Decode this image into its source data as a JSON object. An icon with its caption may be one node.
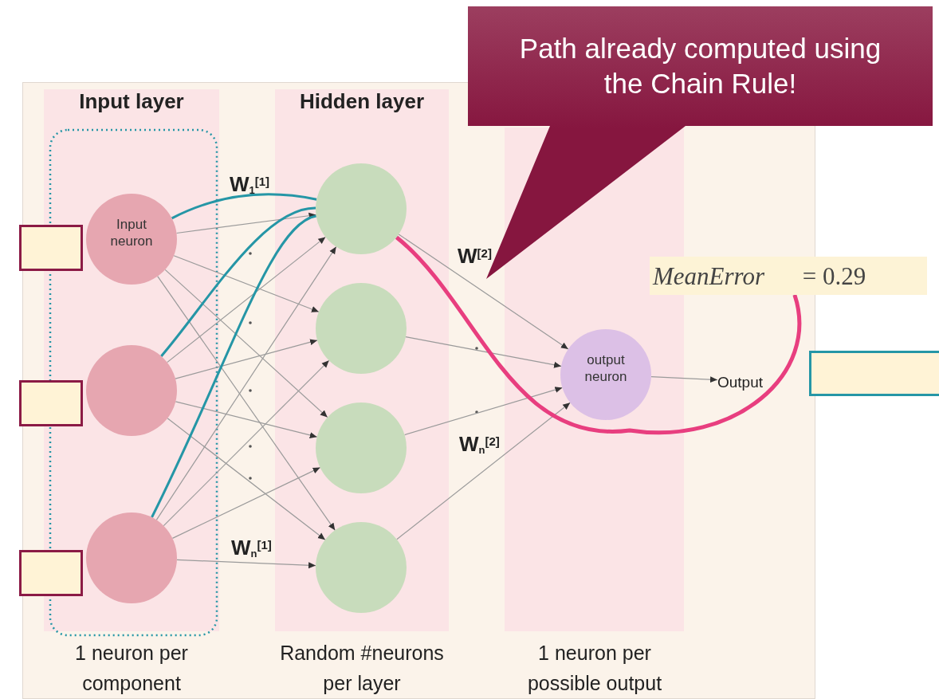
{
  "diagram": {
    "nodes": [
      {
        "text": [
          "Input layer"
        ],
        "beside": [
          "1 neuron per component"
        ]
      },
      {
        "text": [
          "Hidden layer"
        ],
        "beside": [
          "Random #neurons per layer"
        ]
      },
      {
        "text": [],
        "shape": "box",
        "beside": [
          "1 neuron per possible output"
        ]
      },
      {
        "text": [
          "Input neuron"
        ],
        "in": 0
      },
      {
        "text": [],
        "shape": "circle",
        "in": 0
      },
      {
        "text": [],
        "shape": "circle",
        "in": 0
      },
      {
        "text": [],
        "shape": "circle",
        "in": 1
      },
      {
        "text": [],
        "shape": "circle",
        "in": 1
      },
      {
        "text": [],
        "shape": "circle",
        "in": 1
      },
      {
        "text": [],
        "shape": "circle",
        "in": 1
      },
      {
        "text": [
          "output neuron"
        ],
        "in": 2
      },
      {
        "text": [
          "Output"
        ]
      },
      {
        "text": [],
        "shape": "box"
      },
      {
        "text": [],
        "shape": "box"
      },
      {
        "text": [],
        "shape": "box"
      },
      {
        "text": [],
        "shape": "box"
      },
      {
        "text": [
          "Path already computed using the Chain Rule!"
        ]
      },
      {
        "text": [
          "*MeanError* = 0.29"
        ]
      }
    ],
    "edges": [
      {
        "from": 3,
        "to": 6,
        "arrow": "to"
      },
      {
        "from": 3,
        "to": 7,
        "arrow": "to"
      },
      {
        "from": 3,
        "to": 8,
        "arrow": "to"
      },
      {
        "from": 3,
        "to": 9,
        "arrow": "to"
      },
      {
        "from": 4,
        "to": 6,
        "arrow": "to"
      },
      {
        "from": 4,
        "to": 7,
        "arrow": "to"
      },
      {
        "from": 4,
        "to": 8,
        "arrow": "to"
      },
      {
        "from": 4,
        "to": 9,
        "arrow": "to"
      },
      {
        "from": 5,
        "to": 6,
        "arrow": "to"
      },
      {
        "from": 5,
        "to": 7,
        "arrow": "to"
      },
      {
        "from": 5,
        "to": 8,
        "arrow": "to"
      },
      {
        "from": 5,
        "to": 9,
        "arrow": "to"
      },
      {
        "from": 6,
        "to": 10,
        "arrow": "to"
      },
      {
        "from": 7,
        "to": 10,
        "arrow": "to"
      },
      {
        "from": 8,
        "to": 10,
        "arrow": "to"
      },
      {
        "from": 9,
        "to": 10,
        "arrow": "to"
      },
      {
        "from": 10,
        "to": 11,
        "arrow": "to"
      },
      {
        "from": 3,
        "to": 6,
        "arrow": "none",
        "style": "thick",
        "color": "#2596a6"
      },
      {
        "from": 4,
        "to": 6,
        "arrow": "none",
        "style": "thick",
        "color": "#2596a6"
      },
      {
        "from": 5,
        "to": 6,
        "arrow": "none",
        "style": "thick",
        "color": "#2596a6"
      },
      {
        "from": 6,
        "to": 17,
        "arrow": "none",
        "style": "thick",
        "color": "#2596a6"
      },
      {
        "from": 6,
        "to": 17,
        "arrow": "none",
        "style": "thick",
        "color": "#e83e7f"
      }
    ],
    "labels": [
      "W$_{1}$$^{[1]}$",
      "W$^{[2]}$",
      "W$_{n}$$^{[2]}$",
      "W$_{n}$$^{[1]}$"
    ]
  }
}
